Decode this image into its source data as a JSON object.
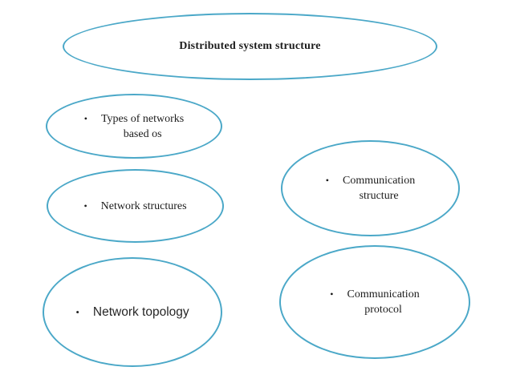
{
  "slide": {
    "background": "#ffffff",
    "stroke_color": "#4BA8C8",
    "text_color": "#1c1c1c",
    "bullet_char": "•"
  },
  "diagram": {
    "root": {
      "label": "Distributed system structure"
    },
    "nodes": {
      "types_of_networks": {
        "lines": [
          "Types of networks",
          "based os"
        ]
      },
      "network_structures": {
        "lines": [
          "Network structures"
        ]
      },
      "network_topology": {
        "lines": [
          "Network topology"
        ]
      },
      "communication_structure": {
        "lines": [
          "Communication",
          "structure"
        ]
      },
      "communication_protocol": {
        "lines": [
          "Communication",
          "protocol"
        ]
      }
    }
  }
}
